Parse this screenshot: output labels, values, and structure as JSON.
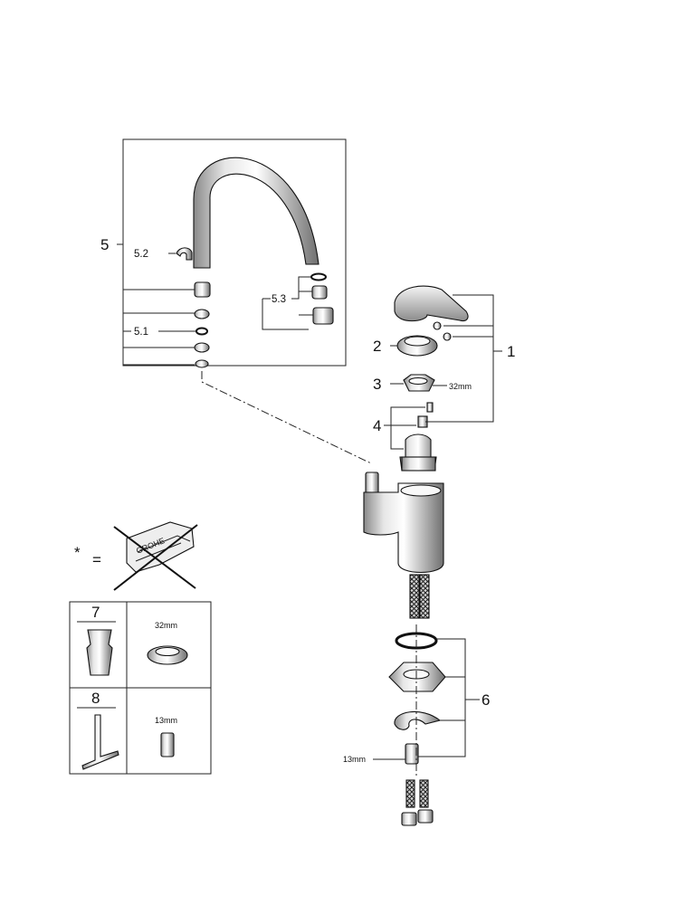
{
  "callouts": {
    "c1": "1",
    "c2": "2",
    "c3": "3",
    "c4": "4",
    "c5": "5",
    "c5_1": "5.1",
    "c5_2": "5.2",
    "c5_3": "5.3",
    "c6": "6",
    "c7": "7",
    "c8": "8"
  },
  "dimensions": {
    "nut_32mm": "32mm",
    "box_32mm": "32mm",
    "box_13mm": "13mm",
    "bolt_13mm": "13mm"
  },
  "legend": {
    "asterisk": "*",
    "equals": "="
  },
  "brand_logo": "GROHE"
}
